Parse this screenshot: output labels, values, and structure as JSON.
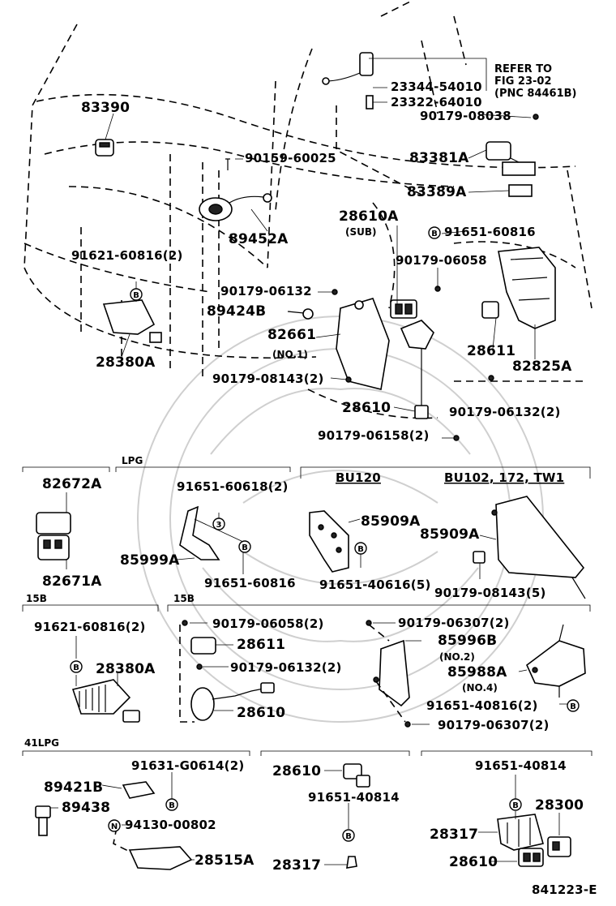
{
  "diagram_id": "841223-E",
  "refer_note": {
    "line1": "REFER TO",
    "line2": "FIG 23-02",
    "line3": "(PNC 84461B)"
  },
  "sections": {
    "lpg": "LPG",
    "bu120": "BU120",
    "bu102": "BU102, 172, TW1",
    "s15b": "15B",
    "s15b_b": "15B",
    "s41lpg": "41LPG"
  },
  "markers": {
    "b": "B",
    "three": "3",
    "n": "N"
  },
  "parts_top": {
    "p83390": "83390",
    "p23344": "23344-54010",
    "p23322": "23322-64010",
    "p90179_08038": "90179-08038",
    "p90159": "90159-60025",
    "p83381A": "83381A",
    "p83389A": "83389A",
    "p28610A": "28610A",
    "sub": "(SUB)",
    "p89452A": "89452A",
    "p91651_60816": "91651-60816",
    "p91621": "91621-60816(2)",
    "p90179_06058": "90179-06058",
    "p90179_06132": "90179-06132",
    "p89424B": "89424B",
    "p82661": "82661",
    "no1": "(NO.1)",
    "p28611": "28611",
    "p82825A": "82825A",
    "p28380A": "28380A",
    "p90179_08143_2": "90179-08143(2)",
    "p28610": "28610",
    "p90179_06132_2": "90179-06132(2)",
    "p90179_06158_2": "90179-06158(2)"
  },
  "panel_lpg": {
    "p82672A": "82672A",
    "p82671A": "82671A",
    "p91651_60618": "91651-60618(2)",
    "p85999A": "85999A",
    "p91651_60816": "91651-60816"
  },
  "panel_bu120": {
    "p85909A": "85909A",
    "p91651_40616": "91651-40616(5)"
  },
  "panel_bu102": {
    "p85909A": "85909A",
    "p90179_08143": "90179-08143(5)"
  },
  "panel_15b_left": {
    "p91621": "91621-60816(2)",
    "p28380A": "28380A"
  },
  "panel_15b_mid": {
    "p90179_06058": "90179-06058(2)",
    "p28611": "28611",
    "p90179_06132": "90179-06132(2)",
    "p28610": "28610"
  },
  "panel_15b_right": {
    "p90179_06307_a": "90179-06307(2)",
    "p85996B": "85996B",
    "no2": "(NO.2)",
    "p85988A": "85988A",
    "no4": "(NO.4)",
    "p91651_40816": "91651-40816(2)",
    "p90179_06307_b": "90179-06307(2)"
  },
  "panel_41lpg": {
    "p91631": "91631-G0614(2)",
    "p89421B": "89421B",
    "p89438": "89438",
    "p94130": "94130-00802",
    "p28515A": "28515A"
  },
  "panel_bottom_mid": {
    "p28610": "28610",
    "p91651_40814": "91651-40814",
    "p28317": "28317"
  },
  "panel_bottom_right": {
    "p91651_40814": "91651-40814",
    "p28300": "28300",
    "p28317": "28317",
    "p28610": "28610"
  }
}
